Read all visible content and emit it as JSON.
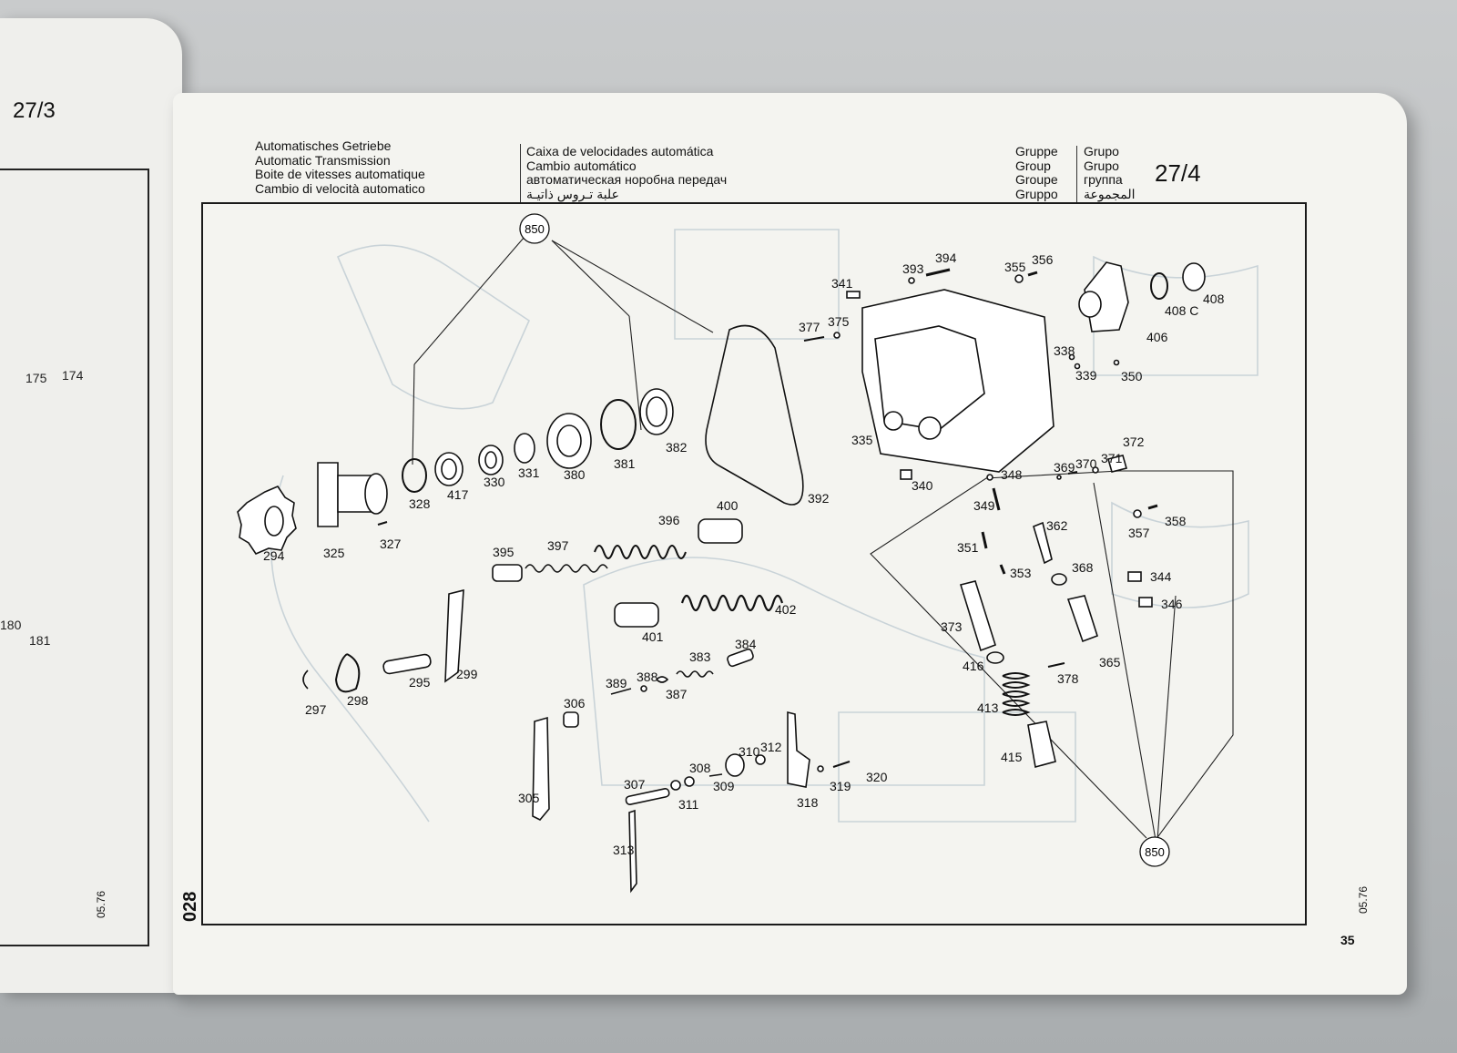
{
  "header_de": [
    "Automatisches Getriebe",
    "Automatic Transmission",
    "Boite de vitesses automatique",
    "Cambio di velocità automatico"
  ],
  "header_es": [
    "Caixa de velocidades automática",
    "Cambio automático",
    "автоматическая норобна передач",
    "علبة تـروس ذاتيـة"
  ],
  "group_words_a": [
    "Gruppe",
    "Group",
    "Groupe",
    "Gruppo"
  ],
  "group_words_b": [
    "Grupo",
    "Grupo",
    "группа",
    "المجموعة"
  ],
  "group_number": "27/4",
  "left_group_number": "27/3",
  "left_labels": [
    "175",
    "174",
    "180",
    "181"
  ],
  "page_number": "35",
  "side_code": "028",
  "side_date": "05.76",
  "left_side_date": "05.76",
  "callout_top": "850",
  "callout_bottom": "850",
  "parts": {
    "p294": "294",
    "p325": "325",
    "p327": "327",
    "p328": "328",
    "p417": "417",
    "p330": "330",
    "p331": "331",
    "p380": "380",
    "p381": "381",
    "p382": "382",
    "p392": "392",
    "p395": "395",
    "p397": "397",
    "p396": "396",
    "p400": "400",
    "p401": "401",
    "p402": "402",
    "p297": "297",
    "p298": "298",
    "p295": "295",
    "p299": "299",
    "p389": "389",
    "p388": "388",
    "p387": "387",
    "p383": "383",
    "p384": "384",
    "p306": "306",
    "p305": "305",
    "p307": "307",
    "p308": "308",
    "p309": "309",
    "p310": "310",
    "p311": "311",
    "p312": "312",
    "p313": "313",
    "p318": "318",
    "p319": "319",
    "p320": "320",
    "p341": "341",
    "p393": "393",
    "p394": "394",
    "p355": "355",
    "p356": "356",
    "p377": "377",
    "p375": "375",
    "p335": "335",
    "p340": "340",
    "p406": "406",
    "p408c": "408 C",
    "p408": "408",
    "p338": "338",
    "p339": "339",
    "p350": "350",
    "p348": "348",
    "p349": "349",
    "p369": "369",
    "p370": "370",
    "p371": "371",
    "p372": "372",
    "p357": "357",
    "p358": "358",
    "p351": "351",
    "p362": "362",
    "p353": "353",
    "p368": "368",
    "p344": "344",
    "p346": "346",
    "p373": "373",
    "p365": "365",
    "p416": "416",
    "p378": "378",
    "p413": "413",
    "p415": "415"
  }
}
